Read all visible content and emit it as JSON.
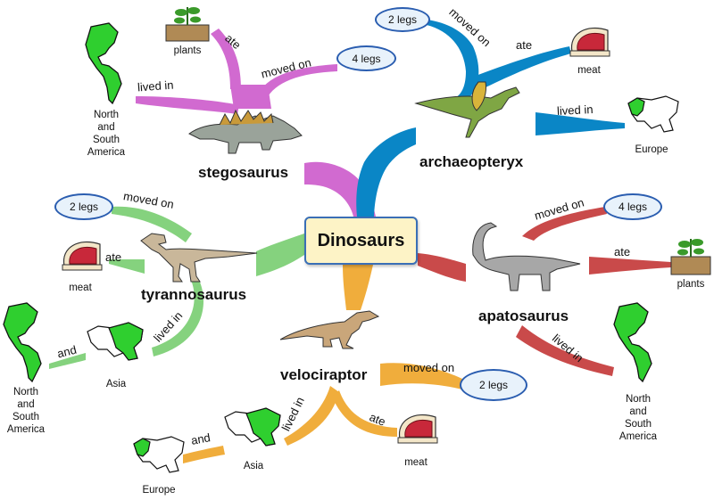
{
  "central_topic": "Dinosaurs",
  "colors": {
    "stegosaurus": "#d16ad0",
    "archaeopteryx": "#0a86c6",
    "tyrannosaurus": "#85d27e",
    "velociraptor": "#f0ad3c",
    "apatosaurus": "#c94a4a"
  },
  "icons": [
    "plant-icon",
    "meat-icon",
    "globe-americas-icon",
    "globe-europe-icon",
    "globe-asia-icon",
    "dinosaur-icon"
  ],
  "stegosaurus": {
    "name": "stegosaurus",
    "ate_label": "ate",
    "ate_value": "plants",
    "moved_label": "moved on",
    "moved_value": "4 legs",
    "lived_label": "lived in",
    "lived_value": "North\nand\nSouth\nAmerica"
  },
  "archaeopteryx": {
    "name": "archaeopteryx",
    "moved_label": "moved on",
    "moved_value": "2 legs",
    "ate_label": "ate",
    "ate_value": "meat",
    "lived_label": "lived in",
    "lived_value": "Europe"
  },
  "tyrannosaurus": {
    "name": "tyrannosaurus",
    "moved_label": "moved on",
    "moved_value": "2 legs",
    "ate_label": "ate",
    "ate_value": "meat",
    "lived_label": "lived in",
    "lived_value_1": "Asia",
    "and_label": "and",
    "lived_value_2": "North\nand\nSouth\nAmerica"
  },
  "velociraptor": {
    "name": "velociraptor",
    "moved_label": "moved on",
    "moved_value": "2 legs",
    "ate_label": "ate",
    "ate_value": "meat",
    "lived_label": "lived in",
    "lived_value_1": "Asia",
    "and_label": "and",
    "lived_value_2": "Europe"
  },
  "apatosaurus": {
    "name": "apatosaurus",
    "moved_label": "moved on",
    "moved_value": "4 legs",
    "ate_label": "ate",
    "ate_value": "plants",
    "lived_label": "lived in",
    "lived_value": "North\nand\nSouth\nAmerica"
  }
}
